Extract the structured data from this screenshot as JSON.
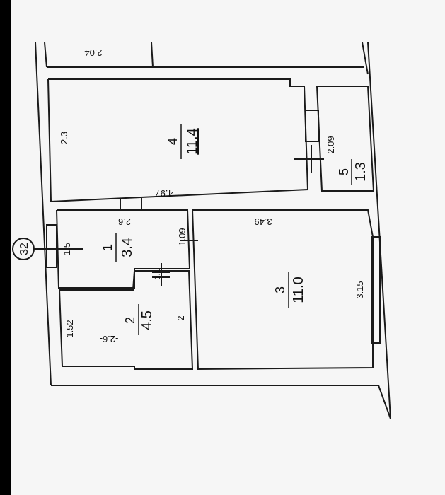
{
  "plan": {
    "unit_number": "32",
    "rooms": [
      {
        "number": "1",
        "area": "3.4"
      },
      {
        "number": "2",
        "area": "4.5"
      },
      {
        "number": "3",
        "area": "11.0"
      },
      {
        "number": "4",
        "area": "11.4"
      },
      {
        "number": "5",
        "area": "1.3"
      }
    ],
    "dimensions": {
      "top_opening": "2.04",
      "room4_side": "2.3",
      "room4_length": "4.97",
      "room5_side": "2.09",
      "room1_width": "2.6",
      "room1_side": "1.5",
      "room1_depth": "1.09",
      "room3_length": "3.49",
      "room3_side": "3.15",
      "room2_side": "1.52",
      "room2_depth": "2",
      "room2_height": "-2.6-",
      "passage": "1.1"
    }
  }
}
